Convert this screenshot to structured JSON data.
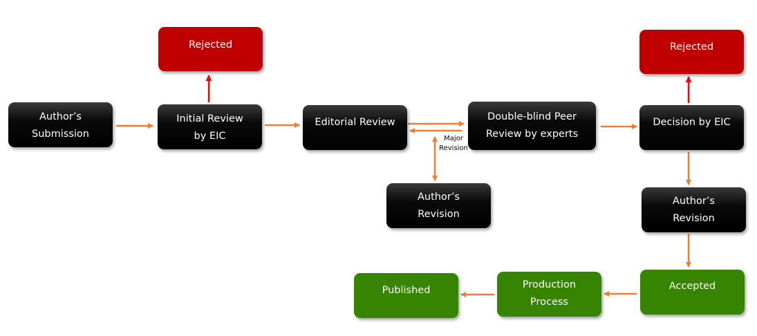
{
  "colors": {
    "process": "#000000",
    "rejected": "#c00000",
    "accepted": "#378400",
    "flow_arrow": "#ed7d31",
    "reject_arrow": "#ff0000"
  },
  "nodes": {
    "submission": {
      "line1": "Author’s",
      "line2": "Submission"
    },
    "initial_review": {
      "line1": "Initial Review",
      "line2": "by EIC"
    },
    "rejected_initial": {
      "line1": "Rejected"
    },
    "editorial_review": {
      "line1": "Editorial Review"
    },
    "peer_review": {
      "line1": "Double-blind  Peer",
      "line2": "Review by experts"
    },
    "authors_revision_1": {
      "line1": "Author’s",
      "line2": "Revision"
    },
    "decision": {
      "line1": "Decision by EIC"
    },
    "rejected_decision": {
      "line1": "Rejected"
    },
    "authors_revision_2": {
      "line1": "Author’s",
      "line2": "Revision"
    },
    "accepted": {
      "line1": "Accepted"
    },
    "production": {
      "line1": "Production",
      "line2": "Process"
    },
    "published": {
      "line1": "Published"
    }
  },
  "edge_labels": {
    "major_revision": {
      "line1": "Major",
      "line2": "Revision"
    }
  }
}
